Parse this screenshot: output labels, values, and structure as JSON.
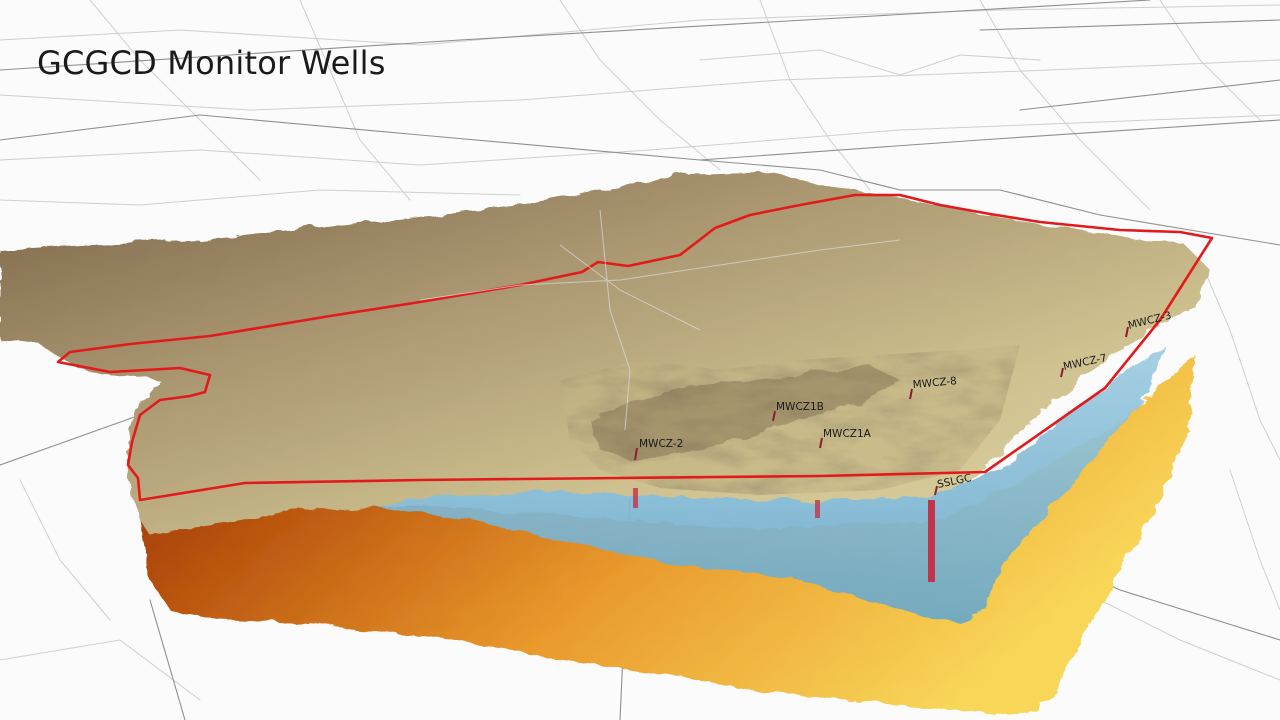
{
  "map": {
    "title": "GCGCD Monitor Wells",
    "colors": {
      "background": "#fbfbfb",
      "road_lines": "#c8c8c8",
      "county_lines": "#9a9a9a",
      "terrain_light": "#d9ce9c",
      "terrain_dark": "#6e5a3e",
      "boundary": "#e31a1c",
      "aquifer_layer": "#7fbcd6",
      "lower_layer_dark": "#8e2a08",
      "lower_layer_light": "#f7c84a",
      "well_casing": "#c0354a"
    },
    "wells": [
      {
        "id": "MWCZ-2",
        "label": "MWCZ-2"
      },
      {
        "id": "MWCZ1B",
        "label": "MWCZ1B"
      },
      {
        "id": "MWCZ1A",
        "label": "MWCZ1A"
      },
      {
        "id": "MWCZ-8",
        "label": "MWCZ-8"
      },
      {
        "id": "MWCZ-7",
        "label": "MWCZ-7"
      },
      {
        "id": "MWCZ-3",
        "label": "MWCZ-3"
      },
      {
        "id": "SSLGC",
        "label": "SSLGC"
      }
    ]
  }
}
